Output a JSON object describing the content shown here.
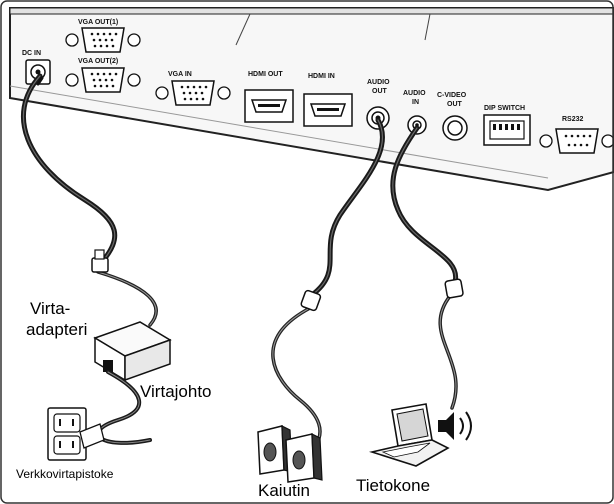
{
  "ports": {
    "dc_in": "DC IN",
    "vga_out1": "VGA OUT(1)",
    "vga_out2": "VGA OUT(2)",
    "vga_in": "VGA IN",
    "hdmi_out": "HDMI OUT",
    "hdmi_in": "HDMI IN",
    "audio_out": [
      "AUDIO",
      "OUT"
    ],
    "audio_in": [
      "AUDIO",
      "IN"
    ],
    "c_video_out": [
      "C-VIDEO",
      "OUT"
    ],
    "dip_switch": "DIP SWITCH",
    "rs232": "RS232"
  },
  "labels": {
    "adapter": [
      "Virta-",
      "adapteri"
    ],
    "power_cord": "Virtajohto",
    "outlet": "Verkkovirtapistoke",
    "speaker": "Kaiutin",
    "computer": "Tietokone"
  }
}
